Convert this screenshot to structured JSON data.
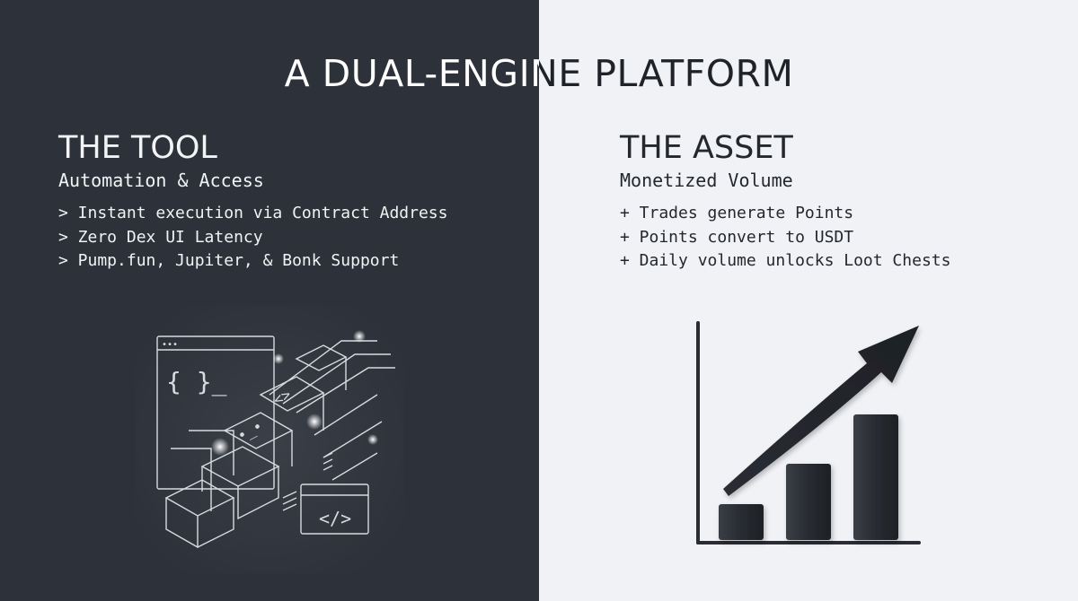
{
  "page": {
    "title": "A DUAL-ENGINE PLATFORM"
  },
  "tool": {
    "title": "THE TOOL",
    "subtitle": "Automation & Access",
    "bullets": [
      "> Instant execution via Contract Address",
      "> Zero Dex UI Latency",
      "> Pump.fun, Jupiter, & Bonk Support"
    ],
    "illustration": {
      "icon": "code-blocks-icon",
      "glyph_braces": "{ }_",
      "glyph_tag": "</>",
      "glyph_chevrons": "<>",
      "glyph_face": "•_•",
      "glyph_dots": "•••"
    }
  },
  "asset": {
    "title": "THE ASSET",
    "subtitle": "Monetized Volume",
    "bullets": [
      "+ Trades generate Points",
      "+ Points convert to USDT",
      "+ Daily volume unlocks Loot Chests"
    ],
    "illustration": {
      "icon": "growth-chart-icon"
    }
  },
  "colors": {
    "dark_panel": "#2d3139",
    "light_panel": "#f1f2f6",
    "light_text": "#f2f3f5",
    "dark_text": "#23272e"
  }
}
